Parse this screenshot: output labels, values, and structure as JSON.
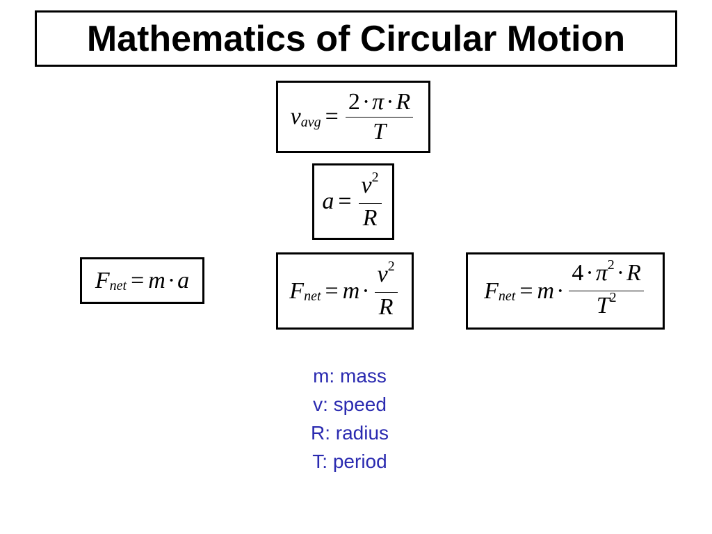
{
  "slide": {
    "title": "Mathematics of Circular Motion"
  },
  "equations": {
    "vavg": {
      "lhs": "v",
      "lhs_sub": "avg",
      "eq": "=",
      "num_a": "2",
      "num_b": "π",
      "num_c": "R",
      "dot": "·",
      "den": "T"
    },
    "accel": {
      "lhs": "a",
      "eq": "=",
      "num": "v",
      "num_sup": "2",
      "den": "R"
    },
    "newton": {
      "lhs": "F",
      "lhs_sub": "net",
      "eq": "=",
      "m": "m",
      "dot": "·",
      "a": "a"
    },
    "centripetal": {
      "lhs": "F",
      "lhs_sub": "net",
      "eq": "=",
      "m": "m",
      "dot": "·",
      "num": "v",
      "num_sup": "2",
      "den": "R"
    },
    "period_form": {
      "lhs": "F",
      "lhs_sub": "net",
      "eq": "=",
      "m": "m",
      "dot": "·",
      "num_a": "4",
      "num_b": "π",
      "num_b_sup": "2",
      "num_c": "R",
      "den": "T",
      "den_sup": "2"
    }
  },
  "legend": {
    "color": "#2a2ab0",
    "items": [
      "m: mass",
      "v: speed",
      "R: radius",
      "T: period"
    ]
  }
}
